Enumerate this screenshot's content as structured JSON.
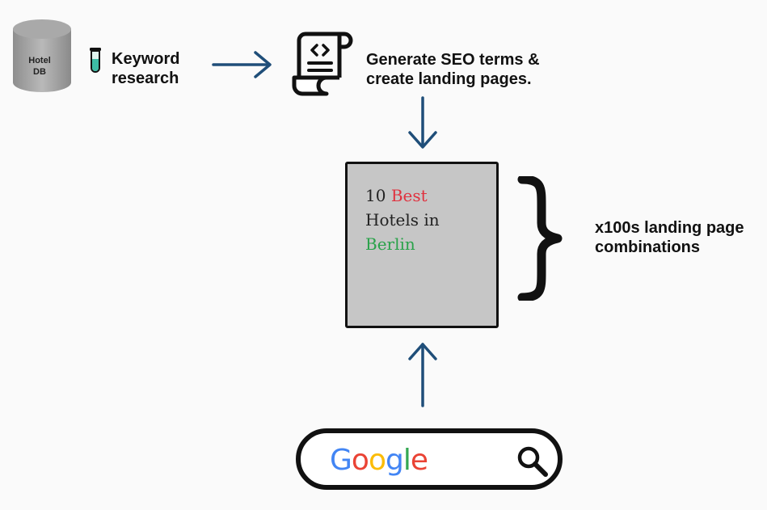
{
  "database": {
    "label_line1": "Hotel",
    "label_line2": "DB"
  },
  "step1": {
    "line1": "Keyword",
    "line2": "research"
  },
  "step2": {
    "line1": "Generate SEO terms &",
    "line2": "create landing pages."
  },
  "landing_page": {
    "number": "10",
    "adjective": "Best",
    "noun": "Hotels in",
    "city": "Berlin",
    "adjective_color": "#e0323f",
    "city_color": "#2aa24a"
  },
  "combinations": {
    "line1": "x100s landing page",
    "line2": "combinations"
  },
  "search_bar": {
    "brand": [
      "G",
      "o",
      "o",
      "g",
      "l",
      "e"
    ],
    "brand_colors": [
      "#4285f4",
      "#ea4335",
      "#fbbc05",
      "#4285f4",
      "#34a853",
      "#ea4335"
    ],
    "icon": "search-icon"
  },
  "colors": {
    "arrow": "#1f4e79",
    "card": "#c6c6c6",
    "outline": "#111111"
  }
}
